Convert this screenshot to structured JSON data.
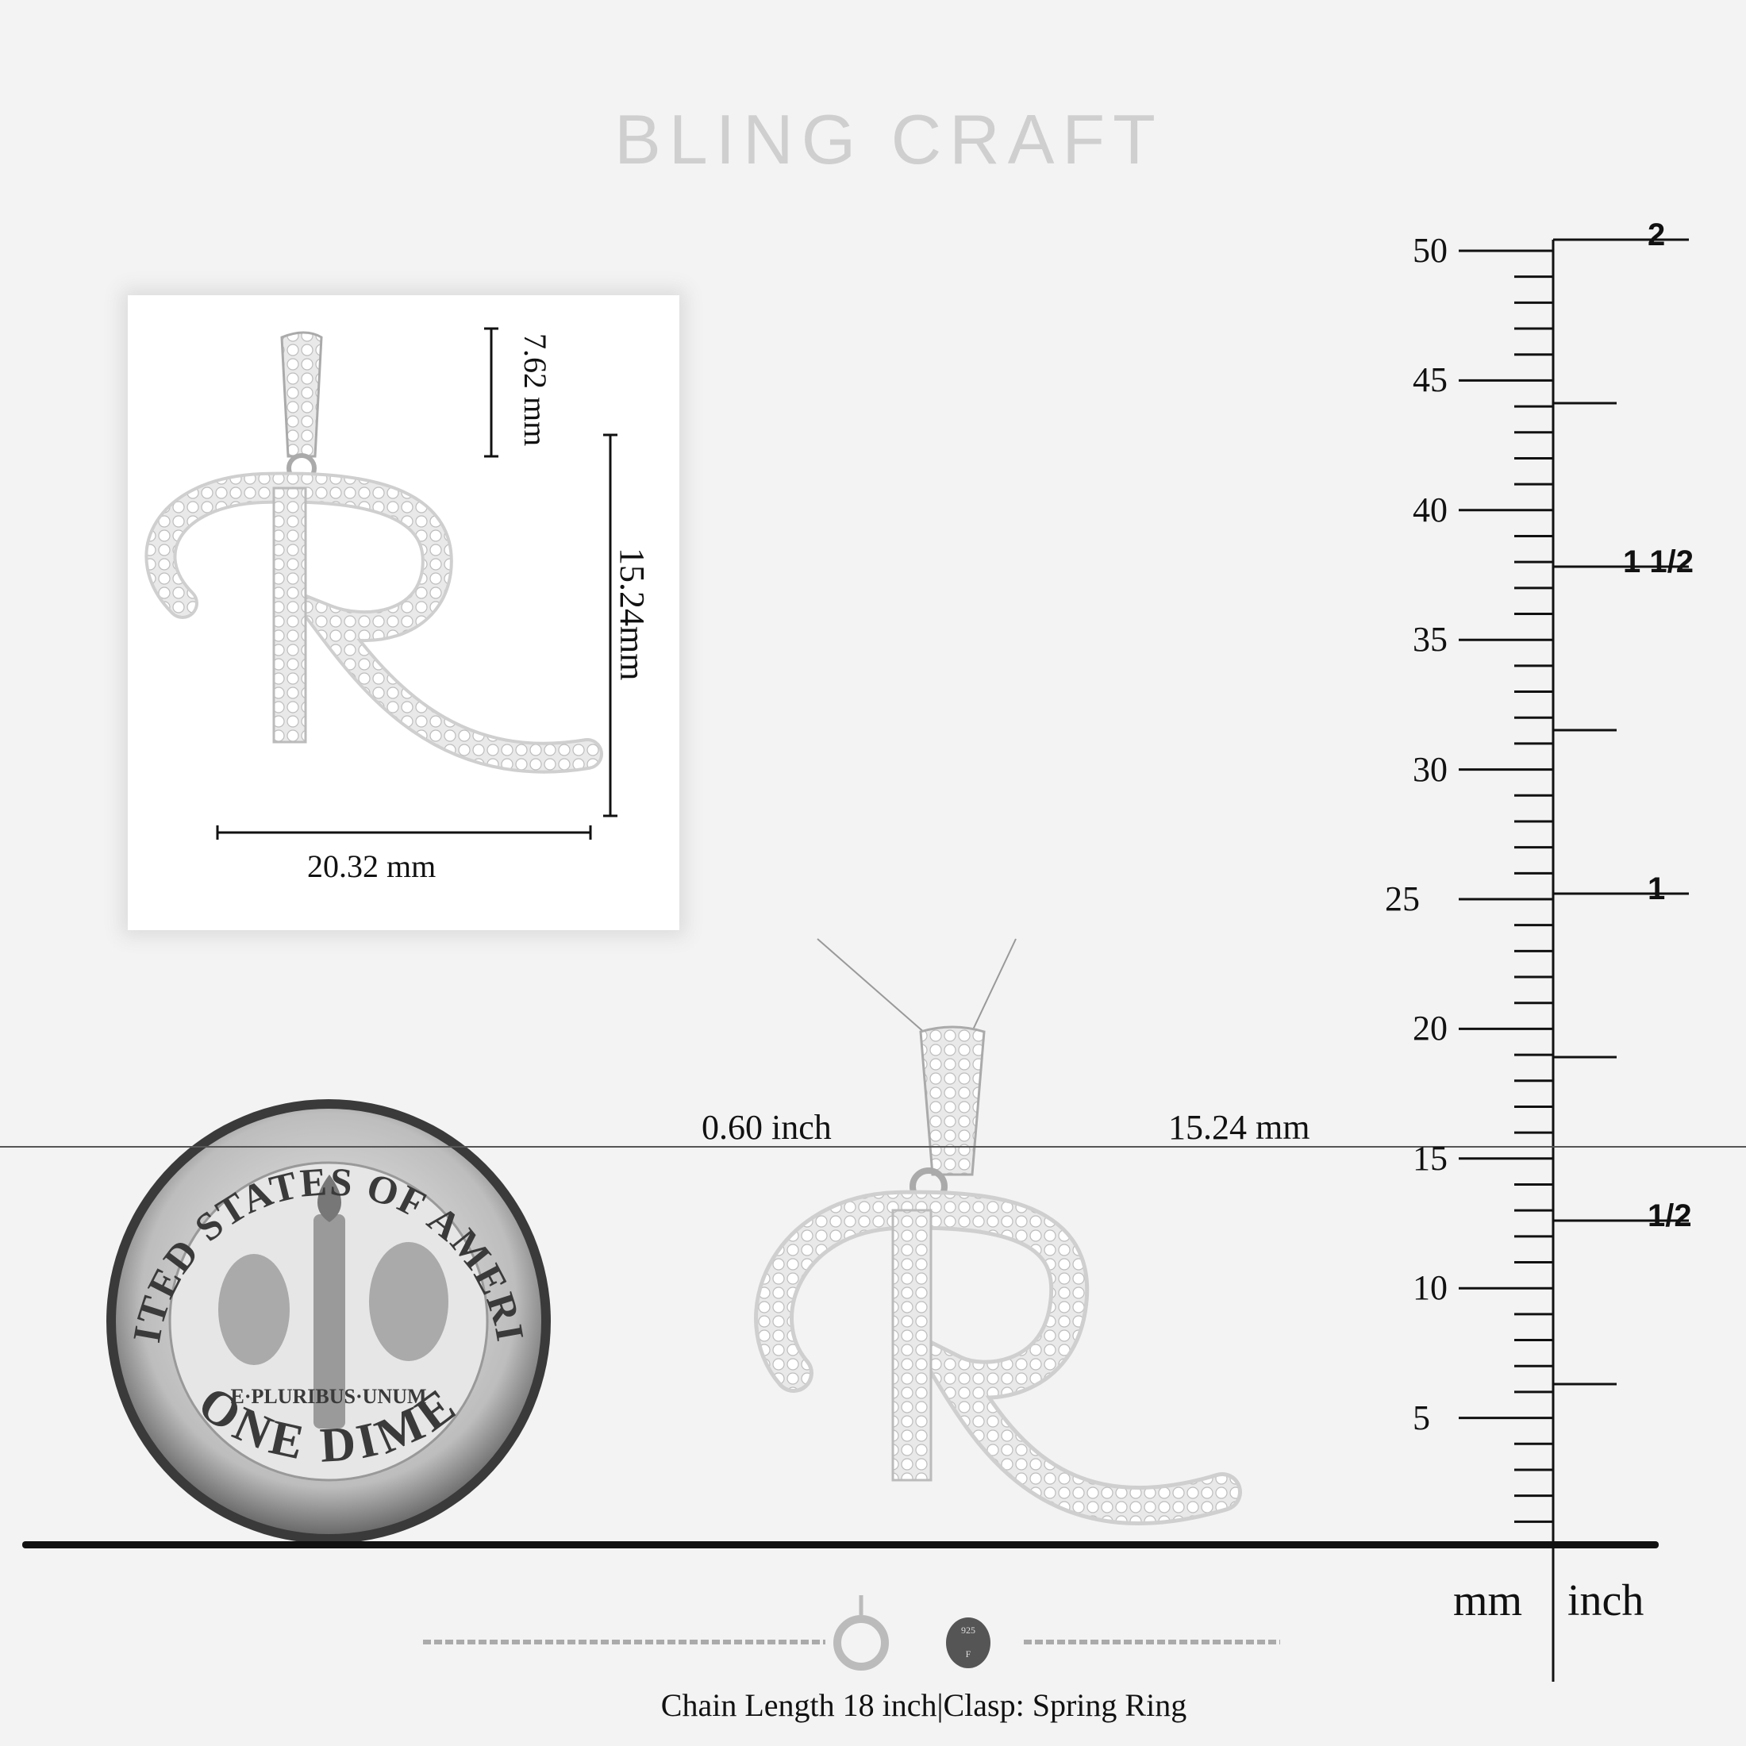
{
  "brand": "BLING CRAFT",
  "inset": {
    "bail_height": "7.62 mm",
    "pendant_height": "15.24mm",
    "pendant_width": "20.32 mm"
  },
  "measure": {
    "inch": "0.60 inch",
    "mm": "15.24 mm"
  },
  "coin": {
    "top_text": "UNITED STATES OF AMERICA",
    "motto": "E·PLURIBUS·UNUM",
    "bottom_text": "ONE DIME"
  },
  "ruler": {
    "mm_labels": [
      "5",
      "10",
      "15",
      "20",
      "25",
      "30",
      "35",
      "40",
      "45",
      "50"
    ],
    "inch_labels": [
      "1/2",
      "1",
      "1 1/2",
      "2"
    ],
    "unit_mm": "mm",
    "unit_inch": "inch"
  },
  "chain": {
    "tag_top": "925",
    "tag_bottom": "F",
    "caption": "Chain Length 18 inch|Clasp: Spring Ring"
  },
  "letter": "R"
}
